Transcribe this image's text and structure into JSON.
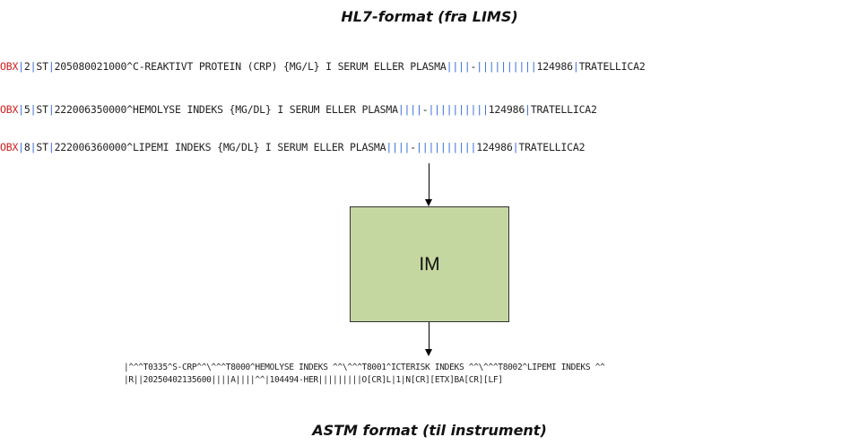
{
  "hl7_title": "HL7-format (fra LIMS)",
  "astm_title": "ASTM format (til instrument)",
  "im_label": "IM",
  "hl7_lines": [
    [
      {
        "t": "OBX",
        "c": "seg"
      },
      {
        "t": "|",
        "c": "pipe"
      },
      {
        "t": "2"
      },
      {
        "t": "|",
        "c": "pipe"
      },
      {
        "t": "ST"
      },
      {
        "t": "|",
        "c": "pipe"
      },
      {
        "t": "205080021000^C-REAKTIVT PROTEIN (CRP) {MG/L} I SERUM ELLER PLASMA"
      },
      {
        "t": "||||",
        "c": "pipe"
      },
      {
        "t": "-"
      },
      {
        "t": "||||||||||",
        "c": "pipe"
      },
      {
        "t": "124986"
      },
      {
        "t": "|",
        "c": "pipe"
      },
      {
        "t": "TRATELLICA2"
      }
    ],
    [
      {
        "t": "OBX",
        "c": "seg"
      },
      {
        "t": "|",
        "c": "pipe"
      },
      {
        "t": "5"
      },
      {
        "t": "|",
        "c": "pipe"
      },
      {
        "t": "ST"
      },
      {
        "t": "|",
        "c": "pipe"
      },
      {
        "t": "222006350000^HEMOLYSE INDEKS {MG/DL} I SERUM ELLER PLASMA"
      },
      {
        "t": "||||",
        "c": "pipe"
      },
      {
        "t": "-"
      },
      {
        "t": "||||||||||",
        "c": "pipe"
      },
      {
        "t": "124986"
      },
      {
        "t": "|",
        "c": "pipe"
      },
      {
        "t": "TRATELLICA2"
      }
    ],
    [
      {
        "t": "OBX",
        "c": "seg"
      },
      {
        "t": "|",
        "c": "pipe"
      },
      {
        "t": "8"
      },
      {
        "t": "|",
        "c": "pipe"
      },
      {
        "t": "ST"
      },
      {
        "t": "|",
        "c": "pipe"
      },
      {
        "t": "222006360000^LIPEMI INDEKS {MG/DL} I SERUM ELLER PLASMA"
      },
      {
        "t": "||||",
        "c": "pipe"
      },
      {
        "t": "-"
      },
      {
        "t": "||||||||||",
        "c": "pipe"
      },
      {
        "t": "124986"
      },
      {
        "t": "|",
        "c": "pipe"
      },
      {
        "t": "TRATELLICA2"
      }
    ]
  ],
  "astm_lines": [
    "|^^^T0335^S-CRP^^\\^^^T8000^HEMOLYSE INDEKS ^^\\^^^T8001^ICTERISK INDEKS ^^\\^^^T8002^LIPEMI INDEKS ^^",
    "|R||20250402135600||||A||||^^|104494-HER|||||||||O[CR]L|1|N[CR][ETX]BA[CR][LF]"
  ],
  "colors": {
    "segment": "#d02020",
    "delimiter": "#3a6fd8",
    "box_fill": "#c5d7a0"
  }
}
